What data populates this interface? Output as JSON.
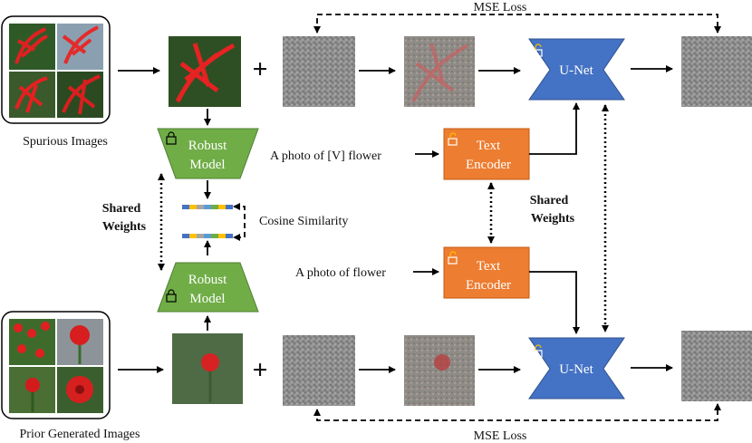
{
  "labels": {
    "mse_loss_top": "MSE Loss",
    "mse_loss_bottom": "MSE Loss",
    "spurious_images": "Spurious Images",
    "prior_generated_images": "Prior Generated Images",
    "robust_model_top": [
      "Robust",
      "Model"
    ],
    "robust_model_bottom": [
      "Robust",
      "Model"
    ],
    "shared_weights_left": [
      "Shared",
      "Weights"
    ],
    "shared_weights_right": [
      "Shared",
      "Weights"
    ],
    "cosine_similarity": "Cosine Similarity",
    "prompt_top": "A photo of [V] flower",
    "prompt_bottom": "A photo of flower",
    "text_encoder_top": [
      "Text",
      "Encoder"
    ],
    "text_encoder_bottom": [
      "Text",
      "Encoder"
    ],
    "unet_top": "U-Net",
    "unet_bottom": "U-Net",
    "plus": "+"
  },
  "colors": {
    "robust_model": "#70ad47",
    "text_encoder": "#ed7d31",
    "unet": "#4472c4",
    "feature_segments": [
      "#4472c4",
      "#ffc000",
      "#a5a5a5",
      "#5b9bd5",
      "#70ad47",
      "#ffc000",
      "#4472c4"
    ]
  },
  "icons": {
    "locked": "lock-icon",
    "unlocked": "unlock-icon"
  }
}
